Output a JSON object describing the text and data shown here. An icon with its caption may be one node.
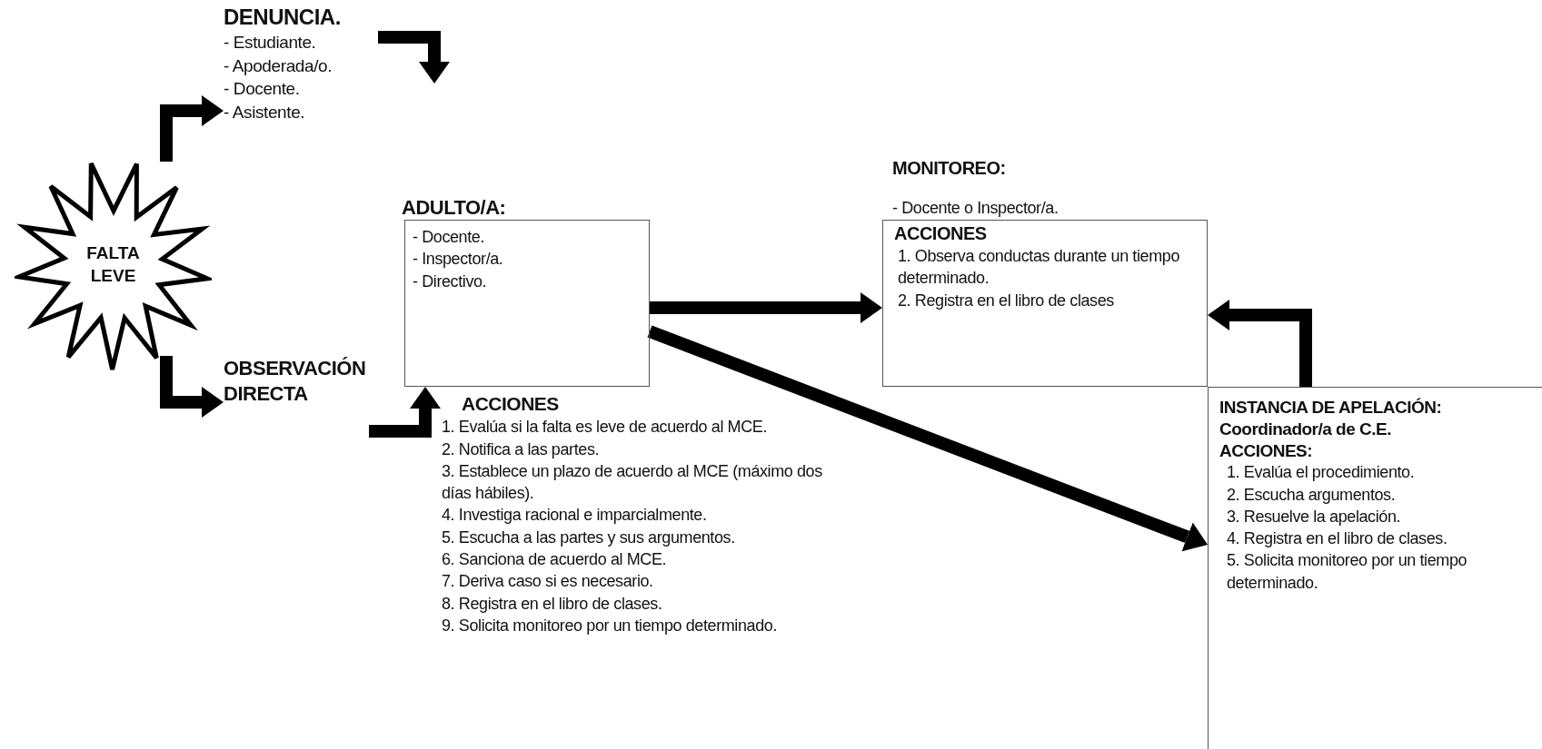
{
  "diagram": {
    "nodes": [
      {
        "text": [
          "FALTA LEVE"
        ]
      },
      {
        "text": [
          "DENUNCIA.",
          "- Estudiante.",
          "- Apoderada/o.",
          "- Docente.",
          "- Asistente."
        ]
      },
      {
        "text": [
          "OBSERVACIÓN DIRECTA"
        ]
      },
      {
        "text": [
          "ADULTO/A:",
          "- Docente.",
          "- Inspector/a.",
          "- Directivo."
        ],
        "beside": [
          "ACCIONES",
          "1. Evalúa si la falta es leve de acuerdo al MCE.",
          "2. Notifica a las partes.",
          "3. Establece un plazo de acuerdo al MCE (máximo dos días hábiles).",
          "4. Investiga racional e imparcialmente.",
          "5. Escucha a las partes y sus argumentos.",
          "6. Sanciona de acuerdo al MCE.",
          "7. Deriva caso si es necesario.",
          "8. Registra en el libro de clases.",
          "9. Solicita monitoreo por un tiempo determinado."
        ]
      },
      {
        "text": [
          "MONITOREO:",
          "- Docente o Inspector/a.",
          "ACCIONES",
          "1. Observa conductas durante un tiempo determinado.",
          "2. Registra en el libro de clases"
        ]
      },
      {
        "text": [
          "INSTANCIA DE APELACIÓN:",
          "Coordinador/a de C.E.",
          "ACCIONES:",
          "1. Evalúa el procedimiento.",
          "2. Escucha argumentos.",
          "3. Resuelve la apelación.",
          "4. Registra en el libro de clases.",
          "5. Solicita monitoreo por un tiempo determinado."
        ]
      }
    ],
    "edges": [
      {
        "from": 0,
        "to": 1,
        "arrow": "to"
      },
      {
        "from": 0,
        "to": 2,
        "arrow": "to"
      },
      {
        "from": 1,
        "to": null,
        "arrow": "to"
      },
      {
        "from": 2,
        "to": 3,
        "arrow": "to"
      },
      {
        "from": 3,
        "to": 4,
        "arrow": "to"
      },
      {
        "from": 3,
        "to": 5,
        "arrow": "to"
      },
      {
        "from": 5,
        "to": 4,
        "arrow": "to"
      }
    ]
  }
}
